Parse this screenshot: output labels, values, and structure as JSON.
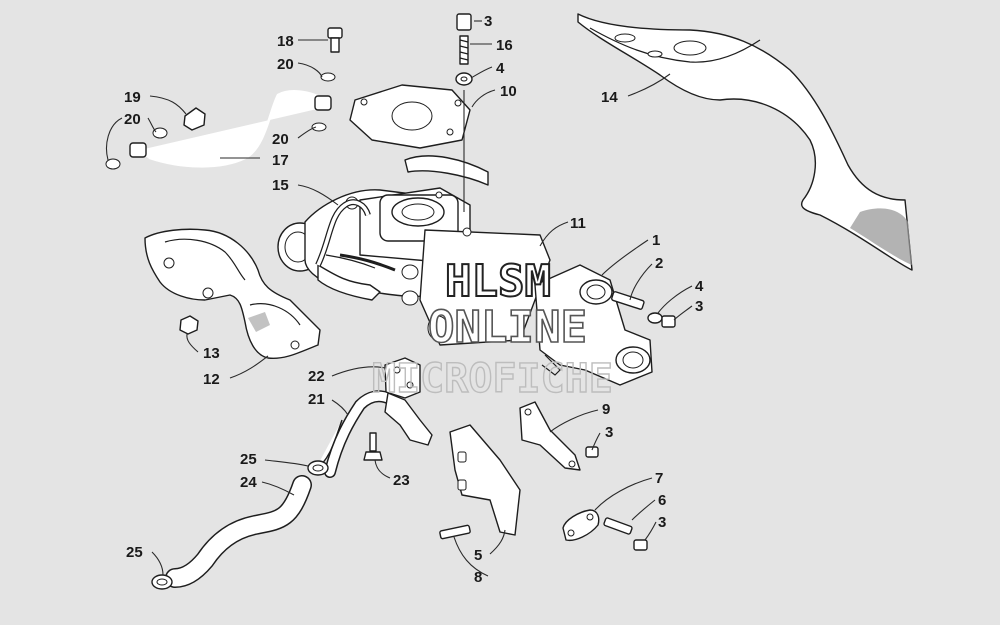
{
  "callouts": [
    {
      "id": "c18",
      "label": "18"
    },
    {
      "id": "c20a",
      "label": "20"
    },
    {
      "id": "c19",
      "label": "19"
    },
    {
      "id": "c20b",
      "label": "20"
    },
    {
      "id": "c20c",
      "label": "20"
    },
    {
      "id": "c17",
      "label": "17"
    },
    {
      "id": "c15",
      "label": "15"
    },
    {
      "id": "c3a",
      "label": "3"
    },
    {
      "id": "c16",
      "label": "16"
    },
    {
      "id": "c4a",
      "label": "4"
    },
    {
      "id": "c10",
      "label": "10"
    },
    {
      "id": "c14",
      "label": "14"
    },
    {
      "id": "c11",
      "label": "11"
    },
    {
      "id": "c1",
      "label": "1"
    },
    {
      "id": "c2",
      "label": "2"
    },
    {
      "id": "c4b",
      "label": "4"
    },
    {
      "id": "c3b",
      "label": "3"
    },
    {
      "id": "c13",
      "label": "13"
    },
    {
      "id": "c12",
      "label": "12"
    },
    {
      "id": "c22",
      "label": "22"
    },
    {
      "id": "c21",
      "label": "21"
    },
    {
      "id": "c9",
      "label": "9"
    },
    {
      "id": "c3c",
      "label": "3"
    },
    {
      "id": "c25a",
      "label": "25"
    },
    {
      "id": "c23",
      "label": "23"
    },
    {
      "id": "c24",
      "label": "24"
    },
    {
      "id": "c7",
      "label": "7"
    },
    {
      "id": "c6",
      "label": "6"
    },
    {
      "id": "c3d",
      "label": "3"
    },
    {
      "id": "c25b",
      "label": "25"
    },
    {
      "id": "c5",
      "label": "5"
    },
    {
      "id": "c8",
      "label": "8"
    }
  ],
  "watermark": {
    "line1": "HLSM",
    "line2": "ONLINE",
    "line3": "MICROFICHE"
  }
}
